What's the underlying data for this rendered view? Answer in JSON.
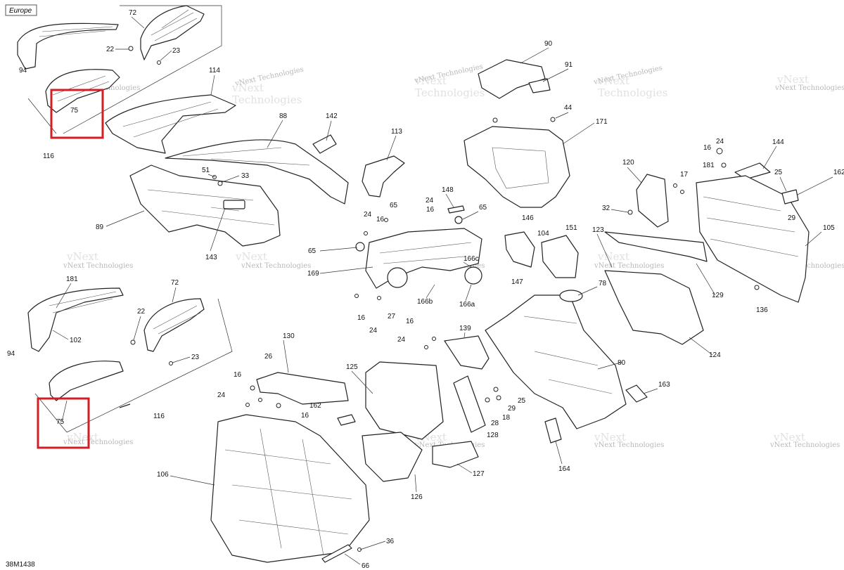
{
  "diagram": {
    "region_tag": "Europe",
    "drawing_code": "38M1438",
    "watermark": [
      "vNext Technologies",
      "vNext",
      "Technologies"
    ],
    "highlight_color": "#d21f26",
    "callouts": [
      {
        "id": "c94a",
        "text": "94"
      },
      {
        "id": "c72a",
        "text": "72"
      },
      {
        "id": "c22a",
        "text": "22"
      },
      {
        "id": "c23a",
        "text": "23"
      },
      {
        "id": "c75a",
        "text": "75"
      },
      {
        "id": "c116a",
        "text": "116"
      },
      {
        "id": "c114",
        "text": "114"
      },
      {
        "id": "c88",
        "text": "88"
      },
      {
        "id": "c142",
        "text": "142"
      },
      {
        "id": "c51",
        "text": "51"
      },
      {
        "id": "c33",
        "text": "33"
      },
      {
        "id": "c89",
        "text": "89"
      },
      {
        "id": "c143",
        "text": "143"
      },
      {
        "id": "c113",
        "text": "113"
      },
      {
        "id": "c90",
        "text": "90"
      },
      {
        "id": "c91",
        "text": "91"
      },
      {
        "id": "c44",
        "text": "44"
      },
      {
        "id": "c171",
        "text": "171"
      },
      {
        "id": "c16a",
        "text": "16"
      },
      {
        "id": "c24a",
        "text": "24"
      },
      {
        "id": "c144",
        "text": "144"
      },
      {
        "id": "c181a",
        "text": "181"
      },
      {
        "id": "c120",
        "text": "120"
      },
      {
        "id": "c17",
        "text": "17"
      },
      {
        "id": "c25a",
        "text": "25"
      },
      {
        "id": "c162a",
        "text": "162"
      },
      {
        "id": "c32",
        "text": "32"
      },
      {
        "id": "c29a",
        "text": "29"
      },
      {
        "id": "c105",
        "text": "105"
      },
      {
        "id": "c148",
        "text": "148"
      },
      {
        "id": "c65a",
        "text": "65"
      },
      {
        "id": "c24b",
        "text": "24"
      },
      {
        "id": "c16b",
        "text": "16"
      },
      {
        "id": "c65b",
        "text": "65"
      },
      {
        "id": "c24c",
        "text": "24"
      },
      {
        "id": "c16c",
        "text": "16"
      },
      {
        "id": "c65c",
        "text": "65"
      },
      {
        "id": "c169",
        "text": "169"
      },
      {
        "id": "c166c",
        "text": "166c"
      },
      {
        "id": "c166b",
        "text": "166b"
      },
      {
        "id": "c166a",
        "text": "166a"
      },
      {
        "id": "c16d",
        "text": "16"
      },
      {
        "id": "c27",
        "text": "27"
      },
      {
        "id": "c24d",
        "text": "24"
      },
      {
        "id": "c146",
        "text": "146"
      },
      {
        "id": "c104",
        "text": "104"
      },
      {
        "id": "c151",
        "text": "151"
      },
      {
        "id": "c123",
        "text": "123"
      },
      {
        "id": "c147",
        "text": "147"
      },
      {
        "id": "c78",
        "text": "78"
      },
      {
        "id": "c129",
        "text": "129"
      },
      {
        "id": "c136",
        "text": "136"
      },
      {
        "id": "c124",
        "text": "124"
      },
      {
        "id": "c181b",
        "text": "181"
      },
      {
        "id": "c72b",
        "text": "72"
      },
      {
        "id": "c22b",
        "text": "22"
      },
      {
        "id": "c94b",
        "text": "94"
      },
      {
        "id": "c102",
        "text": "102"
      },
      {
        "id": "c23b",
        "text": "23"
      },
      {
        "id": "c75b",
        "text": "75"
      },
      {
        "id": "c116b",
        "text": "116"
      },
      {
        "id": "c16e",
        "text": "16"
      },
      {
        "id": "c24e",
        "text": "24"
      },
      {
        "id": "c139",
        "text": "139"
      },
      {
        "id": "c130",
        "text": "130"
      },
      {
        "id": "c125",
        "text": "125"
      },
      {
        "id": "c26",
        "text": "26"
      },
      {
        "id": "c16f",
        "text": "16"
      },
      {
        "id": "c24f",
        "text": "24"
      },
      {
        "id": "c16g",
        "text": "16"
      },
      {
        "id": "c162b",
        "text": "162"
      },
      {
        "id": "c80",
        "text": "80"
      },
      {
        "id": "c25b",
        "text": "25"
      },
      {
        "id": "c29b",
        "text": "29"
      },
      {
        "id": "c18",
        "text": "18"
      },
      {
        "id": "c28",
        "text": "28"
      },
      {
        "id": "c128",
        "text": "128"
      },
      {
        "id": "c163",
        "text": "163"
      },
      {
        "id": "c164",
        "text": "164"
      },
      {
        "id": "c106",
        "text": "106"
      },
      {
        "id": "c127",
        "text": "127"
      },
      {
        "id": "c126",
        "text": "126"
      },
      {
        "id": "c36",
        "text": "36"
      },
      {
        "id": "c66",
        "text": "66"
      }
    ]
  }
}
